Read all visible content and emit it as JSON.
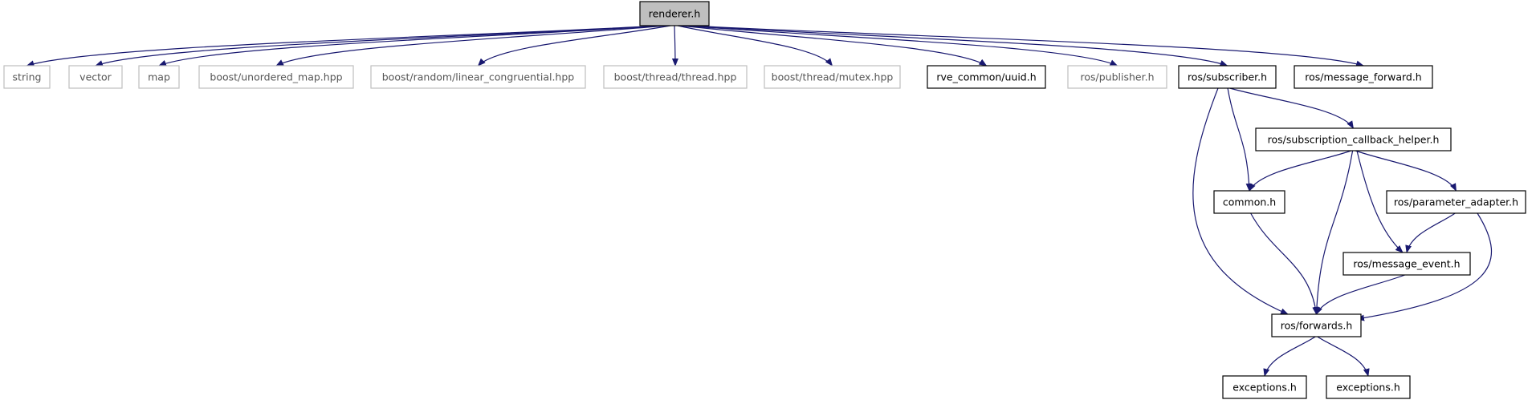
{
  "diagram": {
    "nodes": [
      {
        "id": "renderer",
        "label": "renderer.h",
        "style": "root"
      },
      {
        "id": "string",
        "label": "string",
        "style": "ext"
      },
      {
        "id": "vector",
        "label": "vector",
        "style": "ext"
      },
      {
        "id": "map",
        "label": "map",
        "style": "ext"
      },
      {
        "id": "unordered_map",
        "label": "boost/unordered_map.hpp",
        "style": "ext"
      },
      {
        "id": "linear_congruential",
        "label": "boost/random/linear_congruential.hpp",
        "style": "ext"
      },
      {
        "id": "thread",
        "label": "boost/thread/thread.hpp",
        "style": "ext"
      },
      {
        "id": "mutex",
        "label": "boost/thread/mutex.hpp",
        "style": "ext"
      },
      {
        "id": "uuid",
        "label": "rve_common/uuid.h",
        "style": "int"
      },
      {
        "id": "publisher",
        "label": "ros/publisher.h",
        "style": "ext"
      },
      {
        "id": "subscriber",
        "label": "ros/subscriber.h",
        "style": "int"
      },
      {
        "id": "message_forward",
        "label": "ros/message_forward.h",
        "style": "int"
      },
      {
        "id": "callback_helper",
        "label": "ros/subscription_callback_helper.h",
        "style": "int"
      },
      {
        "id": "common",
        "label": "common.h",
        "style": "int"
      },
      {
        "id": "parameter_adapter",
        "label": "ros/parameter_adapter.h",
        "style": "int"
      },
      {
        "id": "message_event",
        "label": "ros/message_event.h",
        "style": "int"
      },
      {
        "id": "forwards",
        "label": "ros/forwards.h",
        "style": "int"
      },
      {
        "id": "exceptions1",
        "label": "exceptions.h",
        "style": "int"
      },
      {
        "id": "exceptions2",
        "label": "exceptions.h",
        "style": "int"
      }
    ],
    "edges": [
      {
        "from": "renderer",
        "to": "string"
      },
      {
        "from": "renderer",
        "to": "vector"
      },
      {
        "from": "renderer",
        "to": "map"
      },
      {
        "from": "renderer",
        "to": "unordered_map"
      },
      {
        "from": "renderer",
        "to": "linear_congruential"
      },
      {
        "from": "renderer",
        "to": "thread"
      },
      {
        "from": "renderer",
        "to": "mutex"
      },
      {
        "from": "renderer",
        "to": "uuid"
      },
      {
        "from": "renderer",
        "to": "publisher"
      },
      {
        "from": "renderer",
        "to": "subscriber"
      },
      {
        "from": "renderer",
        "to": "message_forward"
      },
      {
        "from": "subscriber",
        "to": "callback_helper"
      },
      {
        "from": "subscriber",
        "to": "common"
      },
      {
        "from": "subscriber",
        "to": "forwards"
      },
      {
        "from": "callback_helper",
        "to": "common"
      },
      {
        "from": "callback_helper",
        "to": "parameter_adapter"
      },
      {
        "from": "callback_helper",
        "to": "message_event"
      },
      {
        "from": "callback_helper",
        "to": "forwards"
      },
      {
        "from": "common",
        "to": "forwards"
      },
      {
        "from": "parameter_adapter",
        "to": "message_event"
      },
      {
        "from": "parameter_adapter",
        "to": "forwards"
      },
      {
        "from": "message_event",
        "to": "forwards"
      },
      {
        "from": "forwards",
        "to": "exceptions1"
      },
      {
        "from": "forwards",
        "to": "exceptions2"
      }
    ],
    "colors": {
      "edge": "#191970",
      "root_fill": "#bfbfbf",
      "external_border": "#bfbfbf",
      "internal_border": "#000000"
    }
  }
}
